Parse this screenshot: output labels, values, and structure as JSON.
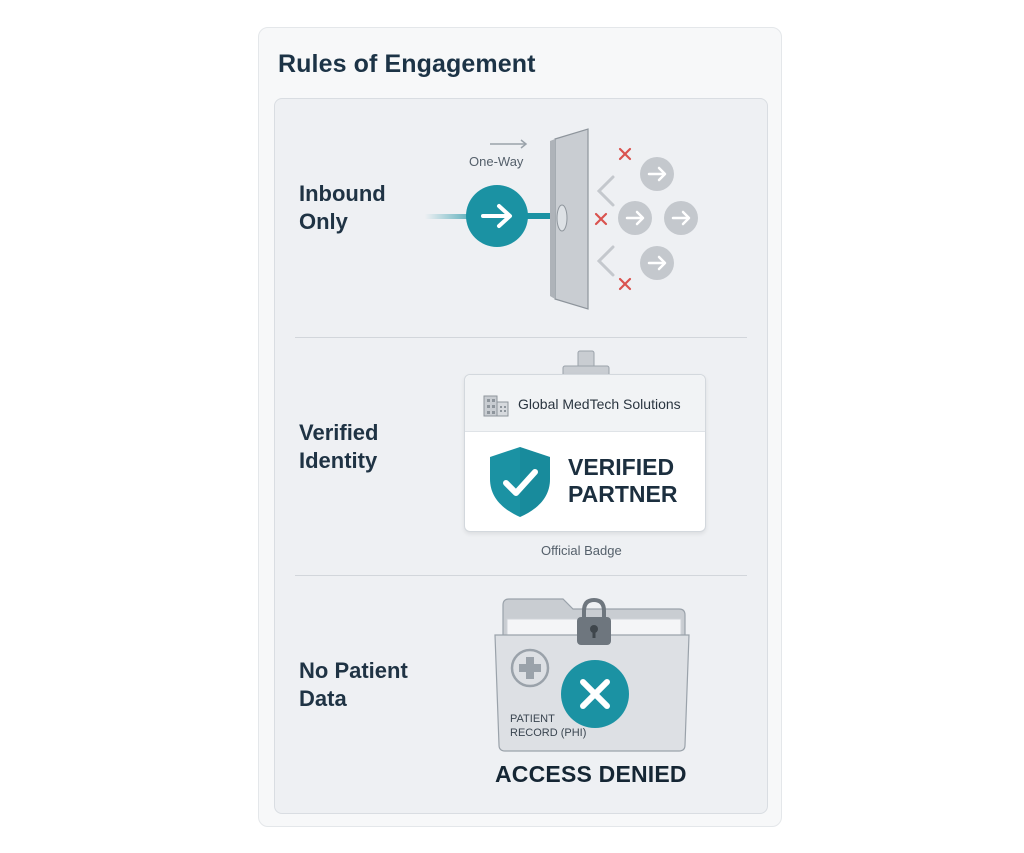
{
  "card": {
    "title": "Rules of Engagement"
  },
  "rules": [
    {
      "label_line1": "Inbound",
      "label_line2": "Only",
      "caption": "One-Way",
      "icons": [
        "arrow-right-icon",
        "wall-icon",
        "blocked-x-icon"
      ]
    },
    {
      "label_line1": "Verified",
      "label_line2": "Identity",
      "badge": {
        "org": "Global MedTech Solutions",
        "status_line1": "VERIFIED",
        "status_line2": "PARTNER",
        "caption": "Official Badge"
      },
      "icons": [
        "building-icon",
        "shield-check-icon"
      ]
    },
    {
      "label_line1": "No Patient",
      "label_line2": "Data",
      "record": {
        "label_line1": "Patient",
        "label_line2": "Record (PHI)"
      },
      "status": "ACCESS DENIED",
      "icons": [
        "folder-icon",
        "lock-icon",
        "medical-cross-icon",
        "x-circle-icon"
      ]
    }
  ],
  "colors": {
    "teal": "#1b92a3",
    "denied_red": "#d9534f",
    "grey_circle": "#c4c8cd",
    "title_navy": "#1c3346"
  }
}
